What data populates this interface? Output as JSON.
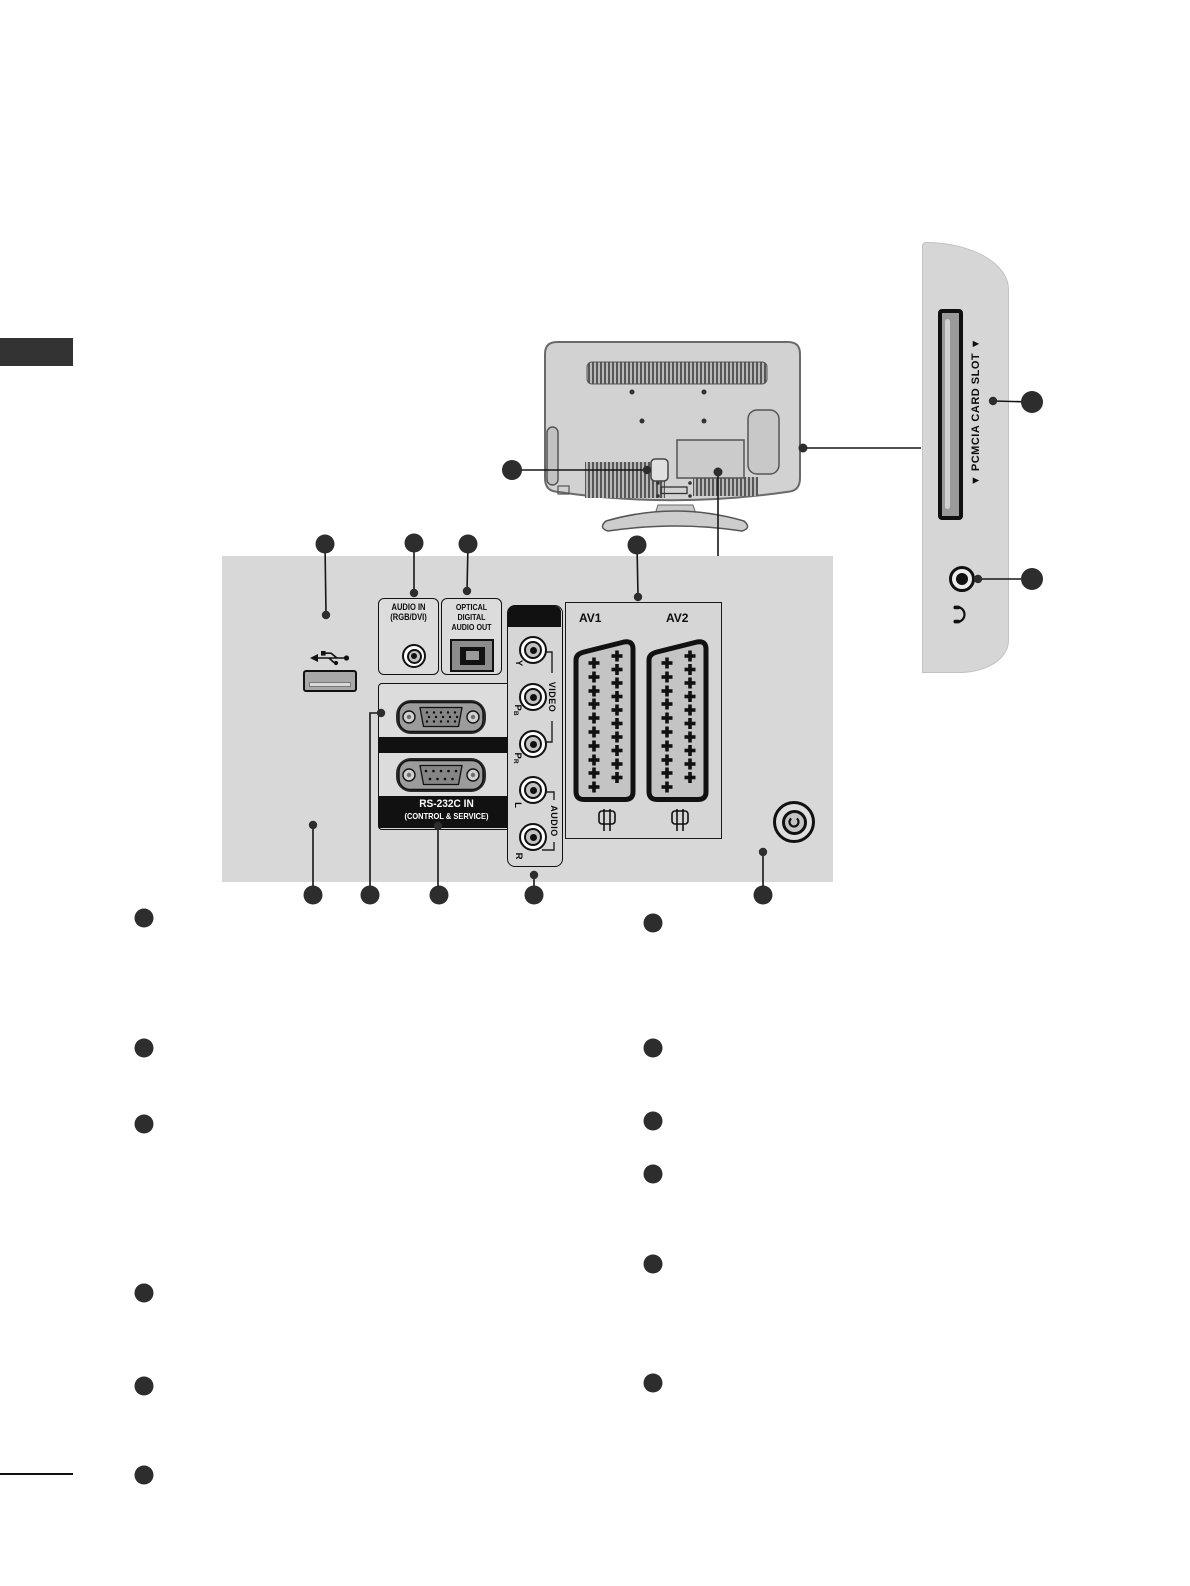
{
  "connection_panel": {
    "audio_in": {
      "line1": "AUDIO IN",
      "line2": "(RGB/DVI)"
    },
    "optical_out": {
      "line1": "OPTICAL",
      "line2": "DIGITAL",
      "line3": "AUDIO OUT"
    },
    "rs232c": {
      "line1": "RS-232C IN",
      "line2": "(CONTROL & SERVICE)"
    },
    "component": {
      "video_group_label": "VIDEO",
      "audio_group_label": "AUDIO",
      "jacks": [
        {
          "main": "Y",
          "sub": ""
        },
        {
          "main": "P",
          "sub": "B"
        },
        {
          "main": "P",
          "sub": "R"
        },
        {
          "main": "L",
          "sub": ""
        },
        {
          "main": "R",
          "sub": ""
        }
      ]
    },
    "scart": {
      "av1_label": "AV1",
      "av2_label": "AV2"
    }
  },
  "side_panel": {
    "pcmcia_slot_label": "▼ PCMCIA CARD SLOT ▼"
  },
  "icons": {
    "usb": "usb-trident-icon",
    "headphone": "headphones-icon",
    "scart_pin": "scart-pin-icon"
  },
  "colors": {
    "panel": "#d8d8d8",
    "module": "#dcdcdc",
    "black_band": "#111111",
    "callout_dot": "#2d2d2d",
    "side_tab": "#333333",
    "scart_fill": "#c4c4c4",
    "tv_body": "#d2d2d2"
  }
}
